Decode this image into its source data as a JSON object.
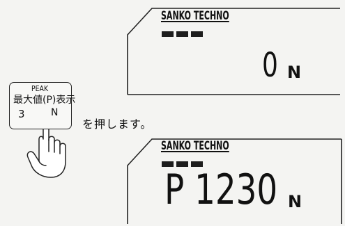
{
  "top_display": {
    "brand": "SANKO TECHNO",
    "reading": "0",
    "unit": "N"
  },
  "bottom_display": {
    "brand": "SANKO TECHNO",
    "reading": "P 1230",
    "unit": "N"
  },
  "peak_button": {
    "label_top": "PEAK",
    "label_main": "最大値(P)表示",
    "key_number": "3",
    "unit": "N"
  },
  "instruction": "を押します。"
}
